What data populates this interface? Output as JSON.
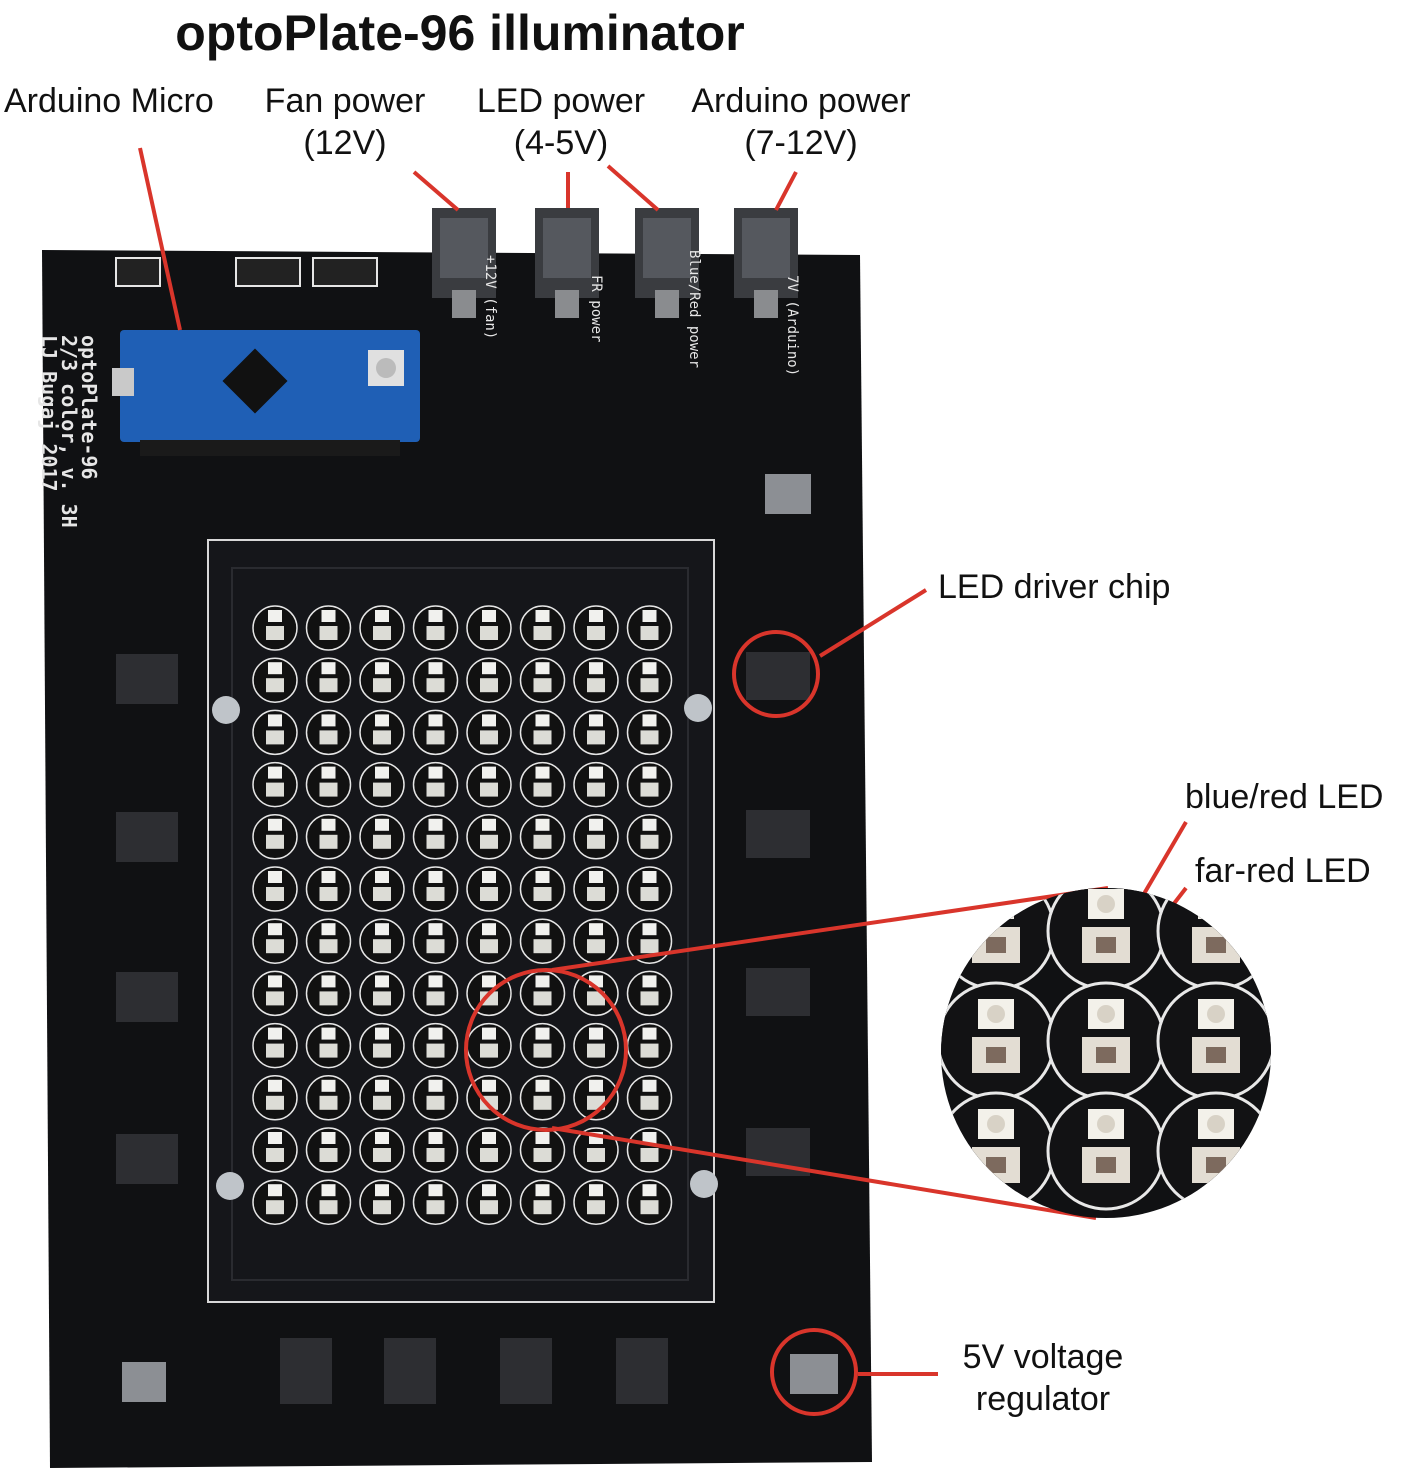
{
  "title": "optoPlate-96 illuminator",
  "labels": {
    "arduino_micro": "Arduino Micro",
    "fan_power": {
      "line1": "Fan power",
      "line2": "(12V)"
    },
    "led_power": {
      "line1": "LED power",
      "line2": "(4-5V)"
    },
    "arduino_power": {
      "line1": "Arduino power",
      "line2": "(7-12V)"
    },
    "led_driver_chip": "LED driver chip",
    "blue_red_led": "blue/red LED",
    "far_red_led": "far-red LED",
    "voltage_regulator": {
      "line1": "5V voltage",
      "line2": "regulator"
    }
  },
  "silkscreen": {
    "board_name": "optoPlate-96",
    "version": "2/3 color, v. 3H",
    "author": "LJ Bugaj 2017",
    "jack_fan": "+12V (fan)",
    "jack_fr": "FR power",
    "jack_blue_red": "Blue/Red power",
    "jack_arduino": "7V (Arduino)"
  },
  "led_grid": {
    "columns": 8,
    "rows": 12
  },
  "colors": {
    "annotation": "#d9352b",
    "pcb": "#101113",
    "silkscreen": "#e6e6e6",
    "arduino_board": "#1f5fb5"
  }
}
